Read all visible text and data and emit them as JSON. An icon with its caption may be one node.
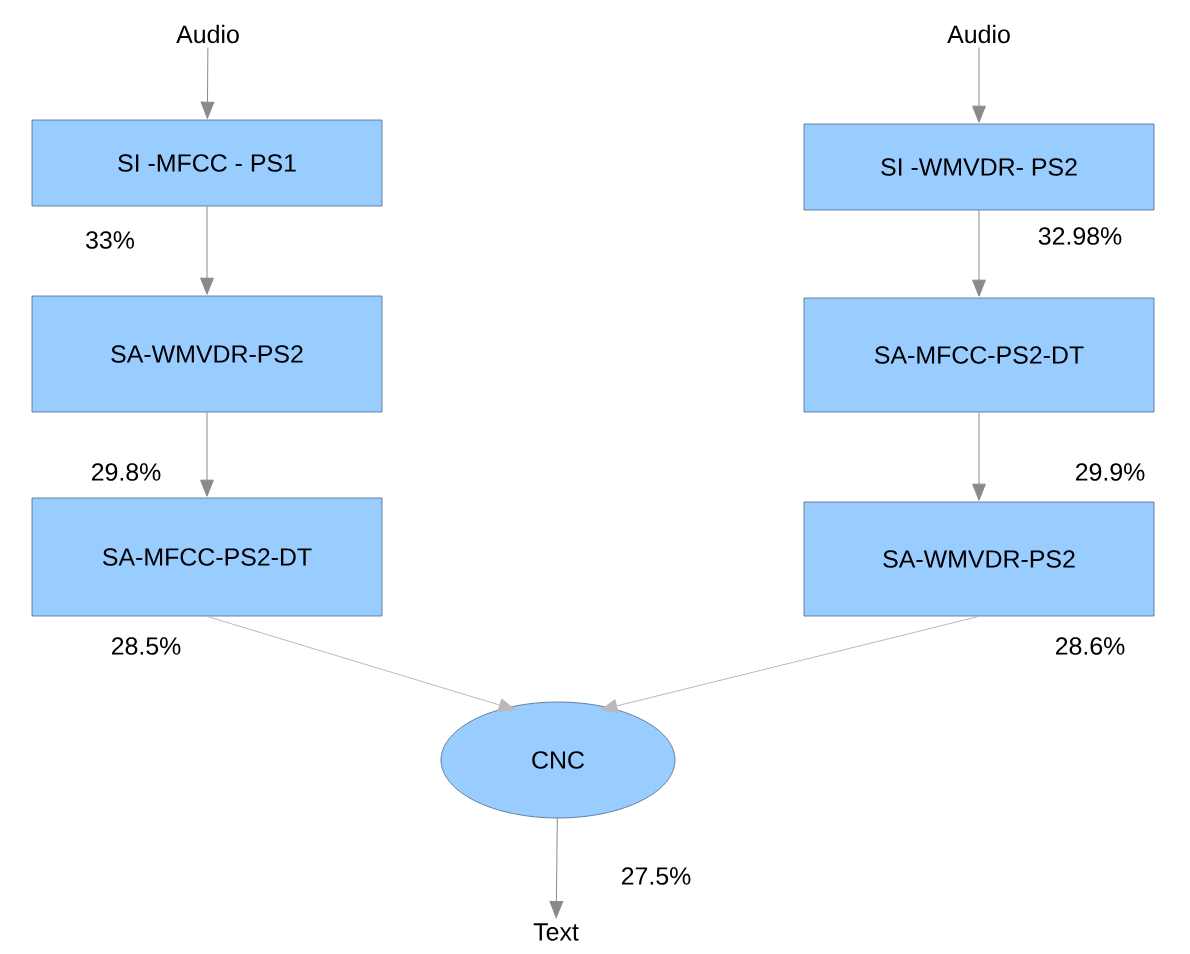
{
  "diagram": {
    "nodes": [
      {
        "text": [
          "Audio"
        ]
      },
      {
        "text": [
          "SI -MFCC - PS1"
        ],
        "beside": [
          "33%"
        ]
      },
      {
        "text": [
          "SA-WMVDR-PS2"
        ]
      },
      {
        "text": [
          "SA-MFCC-PS2-DT"
        ],
        "beside": [
          "28.5%"
        ]
      },
      {
        "text": [
          "Audio"
        ]
      },
      {
        "text": [
          "SI -WMVDR- PS2"
        ],
        "beside": [
          "32.98%"
        ]
      },
      {
        "text": [
          "SA-MFCC-PS2-DT"
        ]
      },
      {
        "text": [
          "SA-WMVDR-PS2"
        ],
        "beside": [
          "28.6%"
        ]
      },
      {
        "text": [
          "CNC"
        ],
        "beside": [
          "27.5%"
        ]
      },
      {
        "text": [
          "Text"
        ]
      }
    ],
    "edges": [
      {
        "from": 0,
        "to": 1,
        "arrow": "to"
      },
      {
        "from": 1,
        "to": 2,
        "arrow": "to"
      },
      {
        "from": 2,
        "to": 3,
        "label": "29.8%",
        "arrow": "to"
      },
      {
        "from": 4,
        "to": 5,
        "arrow": "to"
      },
      {
        "from": 5,
        "to": 6,
        "arrow": "to"
      },
      {
        "from": 6,
        "to": 7,
        "label": "29.9%",
        "arrow": "to"
      },
      {
        "from": 3,
        "to": 8,
        "arrow": "to"
      },
      {
        "from": 7,
        "to": 8,
        "arrow": "to"
      },
      {
        "from": 8,
        "to": 9,
        "arrow": "to"
      }
    ]
  }
}
